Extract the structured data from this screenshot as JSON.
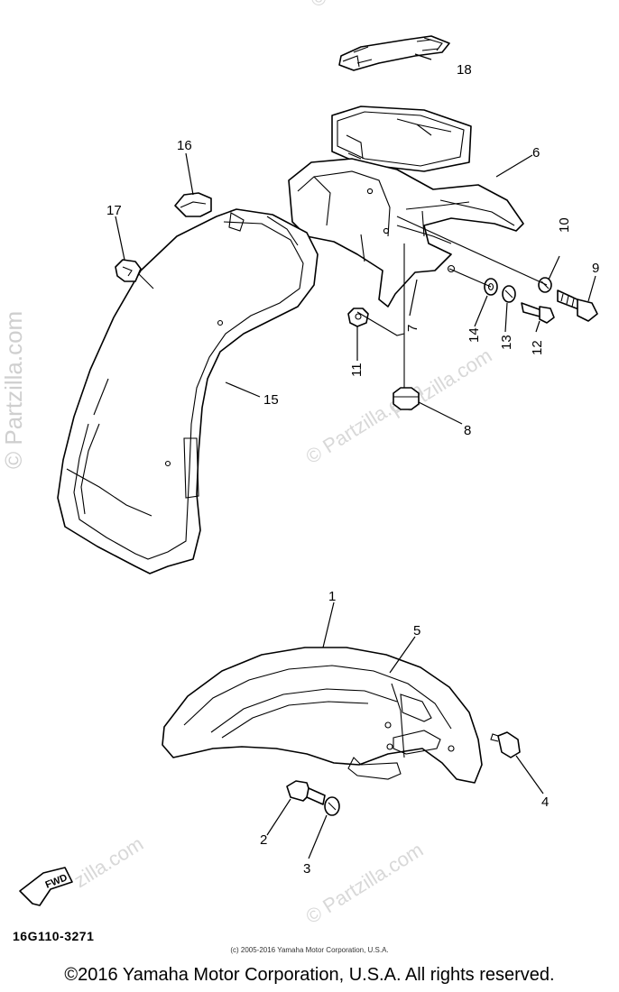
{
  "watermarks": {
    "left_vertical": "© Partzilla.com",
    "mid_diag": "Partzilla.com",
    "center_diag": "© Partzilla.com",
    "right_diag": "Partzilla.com",
    "bottom_left_diag": "zilla.com",
    "bottom_right_diag": "© Partzilla.com",
    "top_center": "©"
  },
  "callouts": {
    "c1": "1",
    "c2": "2",
    "c3": "3",
    "c4": "4",
    "c5": "5",
    "c6": "6",
    "c7": "7",
    "c8": "8",
    "c9": "9",
    "c10": "10",
    "c11": "11",
    "c12": "12",
    "c13": "13",
    "c14": "14",
    "c15": "15",
    "c16": "16",
    "c17": "17",
    "c18": "18"
  },
  "fwd_label": "FWD",
  "part_code": "16G110-3271",
  "small_copyright": "(c) 2005-2016 Yamaha Motor Corporation, U.S.A.",
  "footer": "©2016 Yamaha Motor Corporation, U.S.A. All rights reserved."
}
